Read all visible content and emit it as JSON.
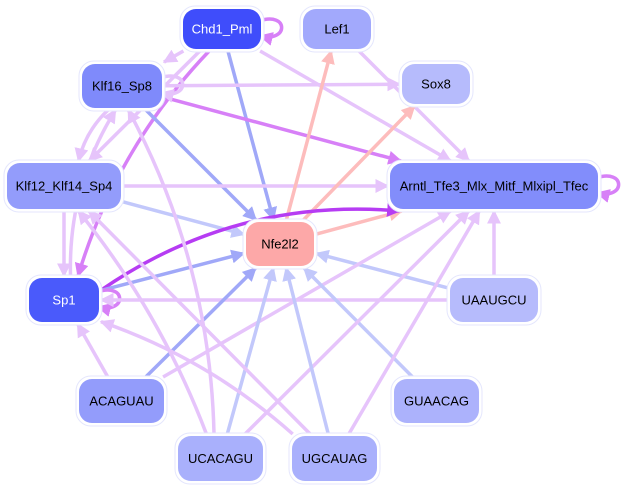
{
  "title": "Regulatory network",
  "colors": {
    "dark_blue": "#3f4dfb",
    "mid_blue": "#7f8afb",
    "light_blue": "#a2a9fc",
    "pale_blue": "#b6bbfc",
    "salmon": "#fda8a8",
    "edge_blue": "#a0a8f8",
    "edge_pale_blue": "#c2c8fb",
    "edge_pink": "#fdbcbc",
    "edge_violet": "#e6c4fb",
    "edge_purple": "#d780f7",
    "edge_strong": "#b63cf3"
  },
  "nodes": [
    {
      "id": "Chd1_Pml",
      "label": "Chd1_Pml",
      "fill": "#3f4dfb",
      "text": "#ffffff"
    },
    {
      "id": "Lef1",
      "label": "Lef1",
      "fill": "#a2a9fc",
      "text": "#000000"
    },
    {
      "id": "Klf16_Sp8",
      "label": "Klf16_Sp8",
      "fill": "#7f8afb",
      "text": "#000000"
    },
    {
      "id": "Sox8",
      "label": "Sox8",
      "fill": "#b6bbfc",
      "text": "#000000"
    },
    {
      "id": "Klf12_Klf14_Sp4",
      "label": "Klf12_Klf14_Sp4",
      "fill": "#939cfb",
      "text": "#000000"
    },
    {
      "id": "Arntl",
      "label": "Arntl_Tfe3_Mlx_Mitf_Mlxipl_Tfec",
      "fill": "#828dfb",
      "text": "#000000"
    },
    {
      "id": "Nfe2l2",
      "label": "Nfe2l2",
      "fill": "#fda8a8",
      "text": "#000000"
    },
    {
      "id": "Sp1",
      "label": "Sp1",
      "fill": "#4a5afb",
      "text": "#ffffff"
    },
    {
      "id": "UAAUGCU",
      "label": "UAAUGCU",
      "fill": "#b6bbfc",
      "text": "#000000"
    },
    {
      "id": "ACAGUAU",
      "label": "ACAGUAU",
      "fill": "#939cfb",
      "text": "#000000"
    },
    {
      "id": "GUAACAG",
      "label": "GUAACAG",
      "fill": "#acb2fc",
      "text": "#000000"
    },
    {
      "id": "UCACAGU",
      "label": "UCACAGU",
      "fill": "#a9b0fc",
      "text": "#000000"
    },
    {
      "id": "UGCAUAG",
      "label": "UGCAUAG",
      "fill": "#a9b0fc",
      "text": "#000000"
    }
  ],
  "edges": [
    {
      "from": "Chd1_Pml",
      "to": "Chd1_Pml",
      "color": "edge_purple",
      "self": true
    },
    {
      "from": "Chd1_Pml",
      "to": "Klf16_Sp8",
      "color": "edge_violet"
    },
    {
      "from": "Chd1_Pml",
      "to": "Nfe2l2",
      "color": "edge_blue"
    },
    {
      "from": "Chd1_Pml",
      "to": "Arntl",
      "color": "edge_violet"
    },
    {
      "from": "Chd1_Pml",
      "to": "Sp1",
      "color": "edge_purple"
    },
    {
      "from": "Chd1_Pml",
      "to": "Klf12_Klf14_Sp4",
      "color": "edge_violet"
    },
    {
      "from": "Lef1",
      "to": "Arntl",
      "color": "edge_violet"
    },
    {
      "from": "Klf16_Sp8",
      "to": "Sox8",
      "color": "edge_violet"
    },
    {
      "from": "Klf16_Sp8",
      "to": "Arntl",
      "color": "edge_purple"
    },
    {
      "from": "Klf16_Sp8",
      "to": "Nfe2l2",
      "color": "edge_blue"
    },
    {
      "from": "Klf16_Sp8",
      "to": "Klf12_Klf14_Sp4",
      "color": "edge_violet"
    },
    {
      "from": "Klf16_Sp8",
      "to": "Klf16_Sp8",
      "color": "edge_violet",
      "self": true
    },
    {
      "from": "Klf12_Klf14_Sp4",
      "to": "Arntl",
      "color": "edge_violet"
    },
    {
      "from": "Klf12_Klf14_Sp4",
      "to": "Nfe2l2",
      "color": "edge_pale_blue"
    },
    {
      "from": "Klf12_Klf14_Sp4",
      "to": "Sp1",
      "color": "edge_violet"
    },
    {
      "from": "Arntl",
      "to": "Arntl",
      "color": "edge_purple",
      "self": true
    },
    {
      "from": "Nfe2l2",
      "to": "Lef1",
      "color": "edge_pink"
    },
    {
      "from": "Nfe2l2",
      "to": "Sox8",
      "color": "edge_pink"
    },
    {
      "from": "Nfe2l2",
      "to": "Arntl",
      "color": "edge_pink"
    },
    {
      "from": "Sp1",
      "to": "Arntl",
      "color": "edge_strong"
    },
    {
      "from": "Sp1",
      "to": "Nfe2l2",
      "color": "edge_blue"
    },
    {
      "from": "Sp1",
      "to": "Sp1",
      "color": "edge_purple",
      "self": true
    },
    {
      "from": "Sp1",
      "to": "Klf16_Sp8",
      "color": "edge_violet"
    },
    {
      "from": "UAAUGCU",
      "to": "Nfe2l2",
      "color": "edge_pale_blue"
    },
    {
      "from": "UAAUGCU",
      "to": "Arntl",
      "color": "edge_violet"
    },
    {
      "from": "UAAUGCU",
      "to": "Sp1",
      "color": "edge_violet"
    },
    {
      "from": "ACAGUAU",
      "to": "Nfe2l2",
      "color": "edge_blue"
    },
    {
      "from": "ACAGUAU",
      "to": "Sp1",
      "color": "edge_violet"
    },
    {
      "from": "ACAGUAU",
      "to": "Arntl",
      "color": "edge_violet"
    },
    {
      "from": "GUAACAG",
      "to": "Nfe2l2",
      "color": "edge_pale_blue"
    },
    {
      "from": "UCACAGU",
      "to": "Nfe2l2",
      "color": "edge_pale_blue"
    },
    {
      "from": "UCACAGU",
      "to": "Arntl",
      "color": "edge_violet"
    },
    {
      "from": "UCACAGU",
      "to": "Klf12_Klf14_Sp4",
      "color": "edge_violet"
    },
    {
      "from": "UCACAGU",
      "to": "Klf16_Sp8",
      "color": "edge_violet"
    },
    {
      "from": "UGCAUAG",
      "to": "Nfe2l2",
      "color": "edge_pale_blue"
    },
    {
      "from": "UGCAUAG",
      "to": "Arntl",
      "color": "edge_violet"
    },
    {
      "from": "UGCAUAG",
      "to": "Klf12_Klf14_Sp4",
      "color": "edge_violet"
    },
    {
      "from": "UGCAUAG",
      "to": "Sp1",
      "color": "edge_violet"
    }
  ]
}
